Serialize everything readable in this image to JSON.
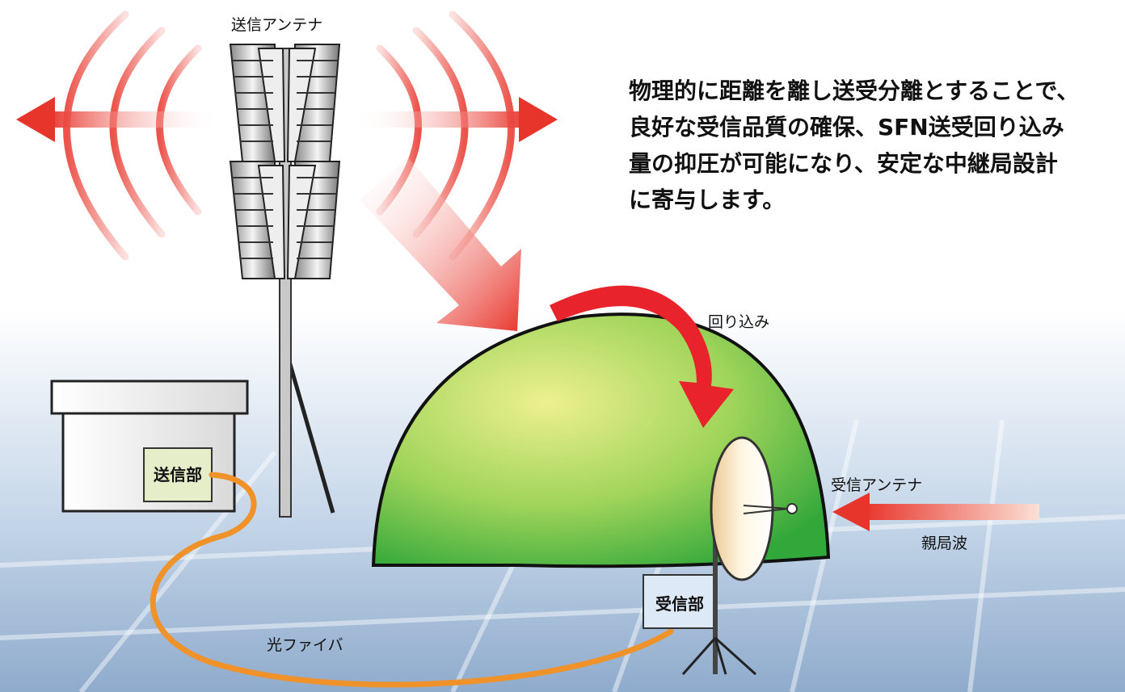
{
  "labels": {
    "tx_antenna": "送信アンテナ",
    "wraparound": "回り込み",
    "rx_antenna": "受信アンテナ",
    "parent_wave": "親局波",
    "tx_unit": "送信部",
    "rx_unit": "受信部",
    "optical_fiber": "光ファイバ"
  },
  "description": {
    "lines": [
      "物理的に距離を離し送受分離とすることで、",
      "良好な受信品質の確保、SFN送受回り込み",
      "量の抑圧が可能になり、安定な中継局設計",
      "に寄与します。"
    ]
  },
  "colors": {
    "wave_red": "#e8352b",
    "fiber_orange": "#f0922a",
    "dome_green": "#5cbf3a",
    "dome_light": "#e9ec8a",
    "bg_blue": "#9fb9d6"
  },
  "icons": [
    "transmit-antenna-icon",
    "dish-antenna-icon",
    "tx-unit-box-icon",
    "rx-unit-box-icon"
  ]
}
